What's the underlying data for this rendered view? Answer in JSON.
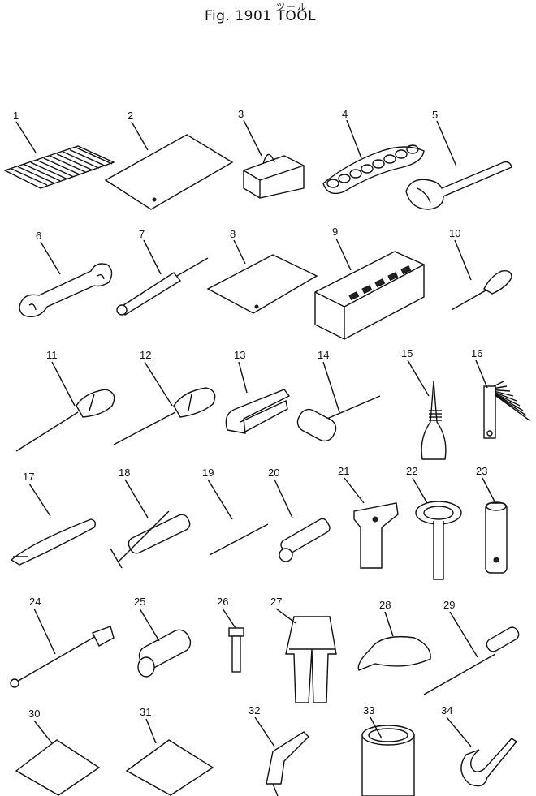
{
  "header": {
    "title_ja": "ツール",
    "title": "Fig. 1901  TOOL"
  },
  "parts": [
    {
      "no": "1",
      "icon": "tool-list-sheet-icon"
    },
    {
      "no": "2",
      "icon": "sheet-icon"
    },
    {
      "no": "3",
      "icon": "tool-bag-icon"
    },
    {
      "no": "4",
      "icon": "wrench-set-icon"
    },
    {
      "no": "5",
      "icon": "open-wrench-icon"
    },
    {
      "no": "6",
      "icon": "double-wrench-icon"
    },
    {
      "no": "7",
      "icon": "screwdriver-bar-icon"
    },
    {
      "no": "8",
      "icon": "sheet-icon"
    },
    {
      "no": "9",
      "icon": "toolbox-icon"
    },
    {
      "no": "10",
      "icon": "small-screwdriver-icon"
    },
    {
      "no": "11",
      "icon": "screwdriver-icon"
    },
    {
      "no": "12",
      "icon": "screwdriver-icon"
    },
    {
      "no": "13",
      "icon": "pliers-icon"
    },
    {
      "no": "14",
      "icon": "hammer-icon"
    },
    {
      "no": "15",
      "icon": "oil-can-icon"
    },
    {
      "no": "16",
      "icon": "feeler-gauge-icon"
    },
    {
      "no": "17",
      "icon": "pry-bar-icon"
    },
    {
      "no": "18",
      "icon": "grease-gun-icon"
    },
    {
      "no": "19",
      "icon": "bar-icon"
    },
    {
      "no": "20",
      "icon": "pin-icon"
    },
    {
      "no": "21",
      "icon": "bracket-icon"
    },
    {
      "no": "22",
      "icon": "funnel-icon"
    },
    {
      "no": "23",
      "icon": "socket-icon"
    },
    {
      "no": "24",
      "icon": "extension-icon"
    },
    {
      "no": "25",
      "icon": "cylinder-icon"
    },
    {
      "no": "26",
      "icon": "bolt-icon"
    },
    {
      "no": "27",
      "icon": "coverall-icon"
    },
    {
      "no": "28",
      "icon": "cap-icon"
    },
    {
      "no": "29",
      "icon": "test-driver-icon"
    },
    {
      "no": "30",
      "icon": "sheet-icon"
    },
    {
      "no": "31",
      "icon": "sheet-icon"
    },
    {
      "no": "32",
      "icon": "nozzle-icon"
    },
    {
      "no": "33",
      "icon": "can-icon"
    },
    {
      "no": "34",
      "icon": "strap-icon"
    }
  ]
}
